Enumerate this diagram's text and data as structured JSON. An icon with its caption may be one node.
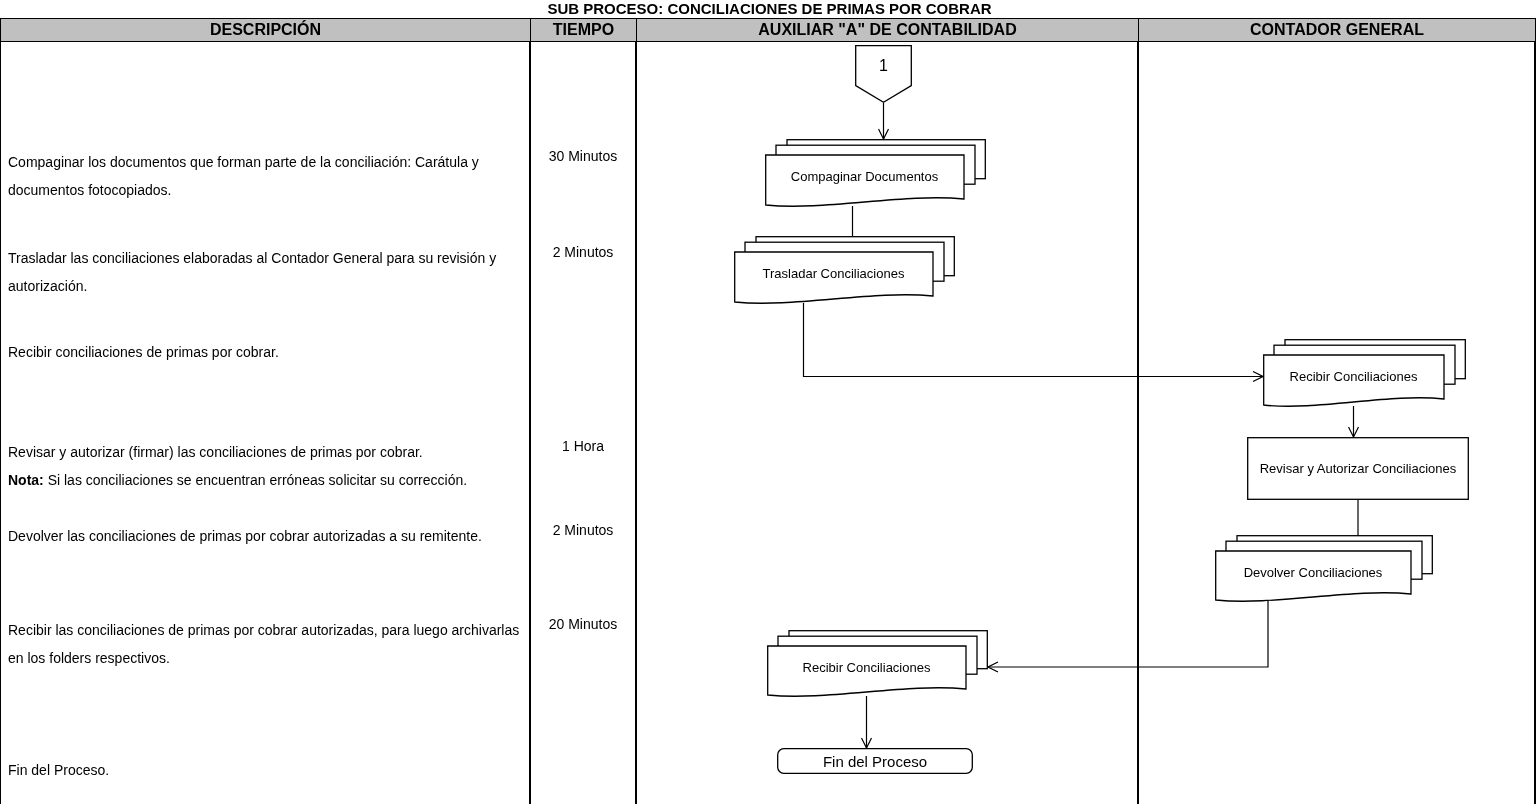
{
  "diagram": {
    "title": "SUB PROCESO: CONCILIACIONES DE PRIMAS POR COBRAR",
    "nodes": [
      {
        "text": [
          "1"
        ]
      },
      {
        "text": [
          "Compaginar Documentos"
        ]
      },
      {
        "text": [
          "Trasladar Conciliaciones"
        ]
      },
      {
        "text": [
          "Recibir Conciliaciones"
        ]
      },
      {
        "text": [
          "Revisar y Autorizar Conciliaciones"
        ]
      },
      {
        "text": [
          "Devolver Conciliaciones"
        ]
      },
      {
        "text": [
          "Recibir Conciliaciones"
        ]
      },
      {
        "text": [
          "Fin del Proceso"
        ]
      }
    ],
    "edges": [
      {
        "from": 0,
        "to": 1,
        "arrow": "to"
      },
      {
        "from": 1,
        "to": 2,
        "arrow": "none"
      },
      {
        "from": 2,
        "to": 3,
        "arrow": "to"
      },
      {
        "from": 3,
        "to": 4,
        "arrow": "to"
      },
      {
        "from": 4,
        "to": 5,
        "arrow": "none"
      },
      {
        "from": 5,
        "to": 6,
        "arrow": "to"
      },
      {
        "from": 6,
        "to": 7,
        "arrow": "to"
      }
    ],
    "labels": [
      "DESCRIPCIÓN",
      "TIEMPO",
      "AUXILIAR \"A\" DE CONTABILIDAD",
      "CONTADOR GENERAL",
      "Compaginar los documentos que forman parte de la conciliación: Carátula y documentos fotocopiados.",
      "30 Minutos",
      "Trasladar las conciliaciones elaboradas al Contador General para su revisión y autorización.",
      "2 Minutos",
      "Recibir conciliaciones de primas por cobrar.",
      "Revisar y autorizar (firmar) las conciliaciones de primas por cobrar.",
      "1 Hora",
      "**Nota:** Si las conciliaciones se encuentran erróneas solicitar su corrección.",
      "Devolver las conciliaciones de primas por cobrar autorizadas a su remitente.",
      "2 Minutos",
      "Recibir las conciliaciones de primas por cobrar autorizadas, para luego archivarlas en los folders respectivos.",
      "20 Minutos",
      "Fin del Proceso."
    ]
  }
}
